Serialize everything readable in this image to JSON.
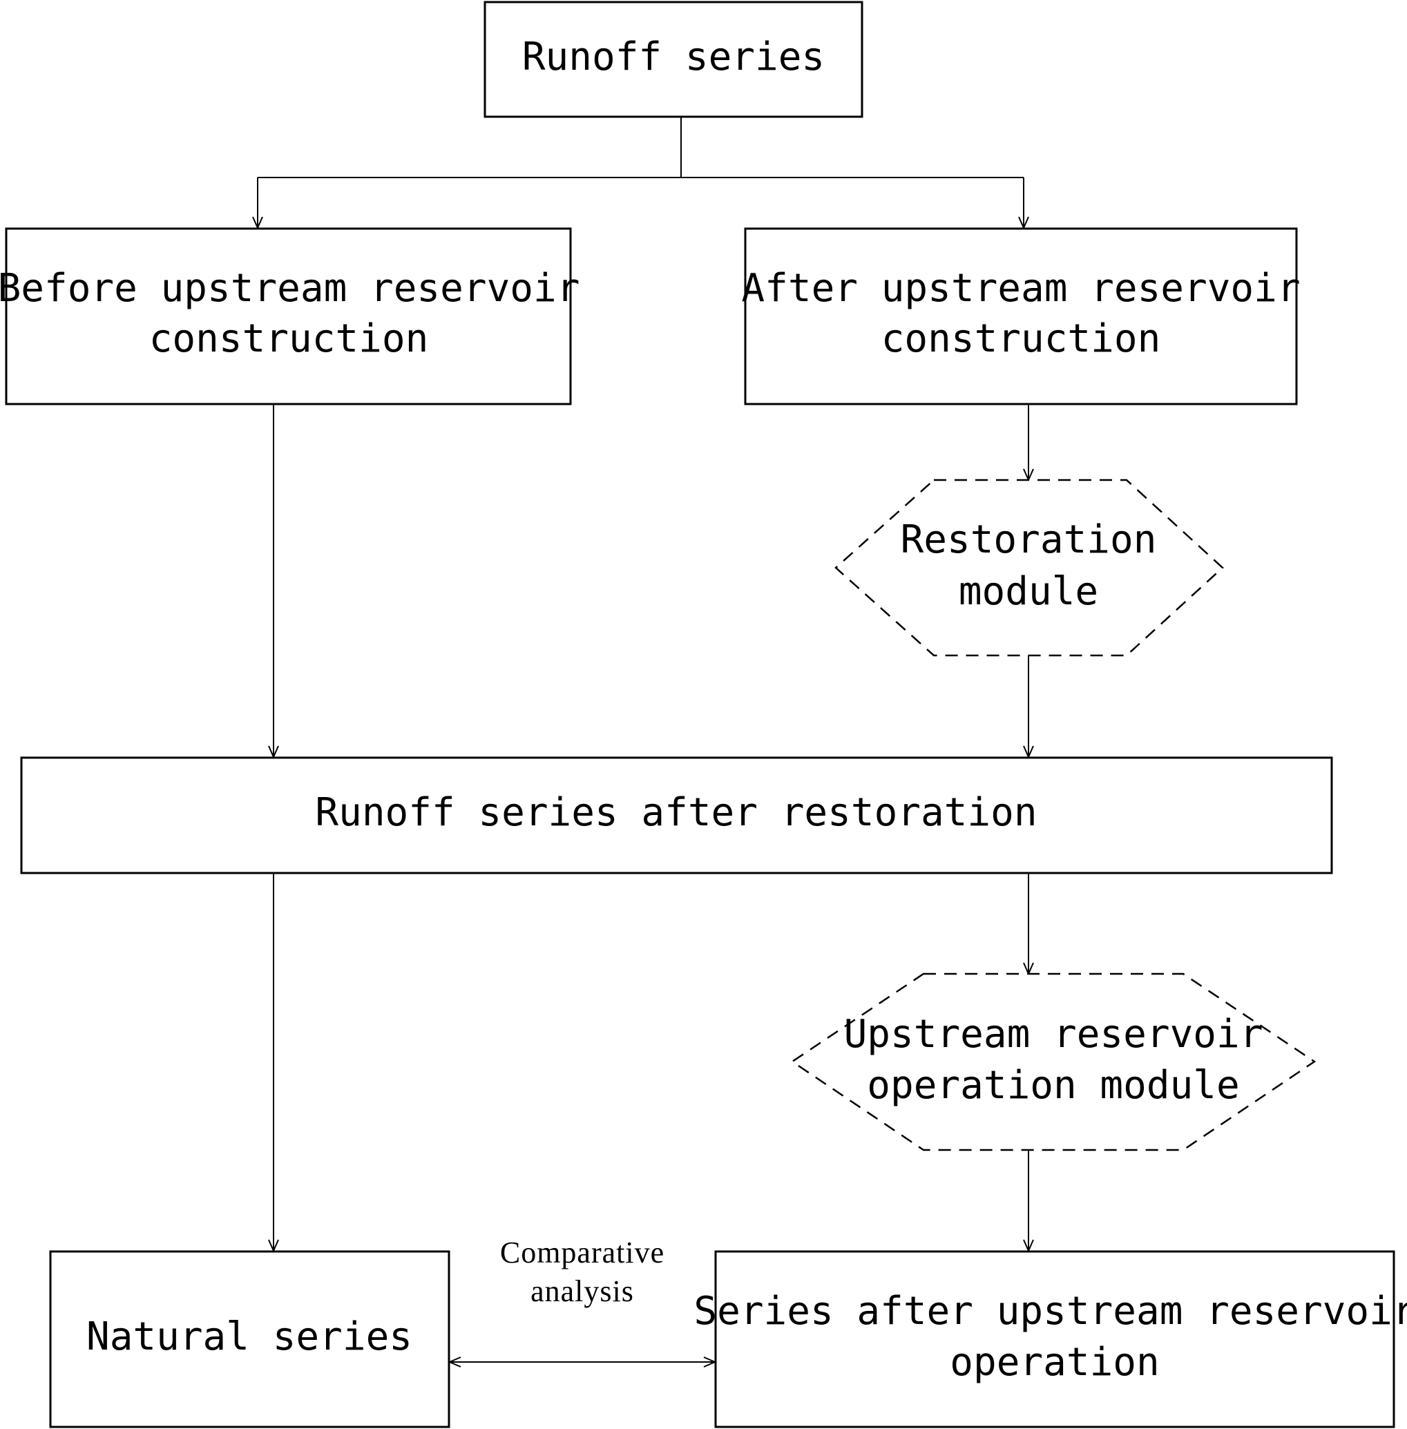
{
  "diagram": {
    "runoff_series": "Runoff series",
    "before_construction": {
      "line1": "Before upstream reservoir",
      "line2": "construction"
    },
    "after_construction": {
      "line1": "After upstream reservoir",
      "line2": "construction"
    },
    "restoration_module": {
      "line1": "Restoration",
      "line2": "module"
    },
    "runoff_after_restoration": "Runoff series after restoration",
    "operation_module": {
      "line1": "Upstream reservoir",
      "line2": "operation module"
    },
    "natural_series": "Natural series",
    "series_after_operation": {
      "line1": "Series after upstream reservoir",
      "line2": "operation"
    },
    "comparative_analysis": {
      "line1": "Comparative",
      "line2": "analysis"
    }
  }
}
